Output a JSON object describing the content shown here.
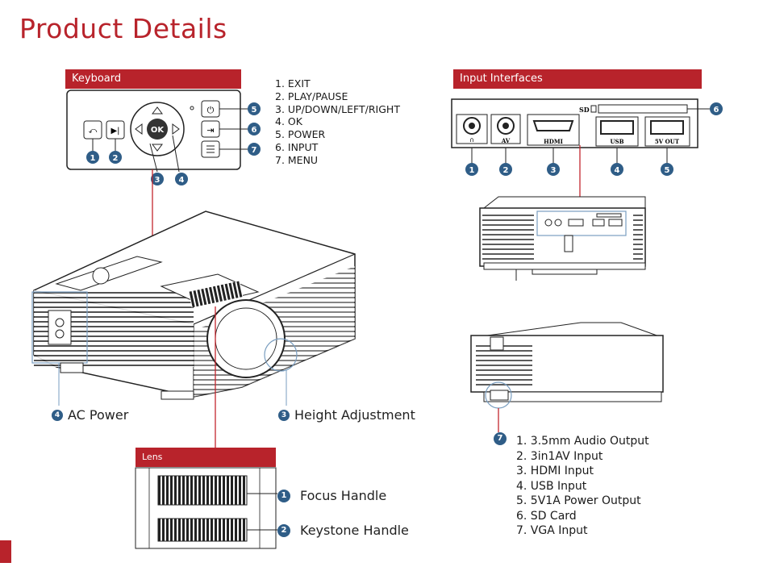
{
  "page": {
    "title": "Product Details"
  },
  "keyboard": {
    "header": "Keyboard",
    "list": [
      "1. EXIT",
      "2. PLAY/PAUSE",
      "3. UP/DOWN/LEFT/RIGHT",
      "4. OK",
      "5. POWER",
      "6. INPUT",
      "7. MENU"
    ],
    "ok_label": "OK"
  },
  "inputs": {
    "header": "Input Interfaces",
    "port_labels": {
      "av": "AV",
      "hdmi": "HDMI",
      "usb": "USB",
      "out": "5V OUT",
      "sd": "SD"
    },
    "list": [
      "1. 3.5mm Audio Output",
      "2. 3in1AV Input",
      "3. HDMI Input",
      "4. USB Input",
      "5. 5V1A Power Output",
      "6. SD Card",
      "7. VGA Input"
    ]
  },
  "projector": {
    "ac_power": "AC Power",
    "height_adjustment": "Height Adjustment"
  },
  "lens": {
    "header": "Lens",
    "focus_handle": "Focus Handle",
    "keystone_handle": "Keystone Handle"
  },
  "badges": {
    "n1": "1",
    "n2": "2",
    "n3": "3",
    "n4": "4",
    "n5": "5",
    "n6": "6",
    "n7": "7"
  },
  "colors": {
    "accent": "#b8232b",
    "badge": "#2f5d87"
  }
}
